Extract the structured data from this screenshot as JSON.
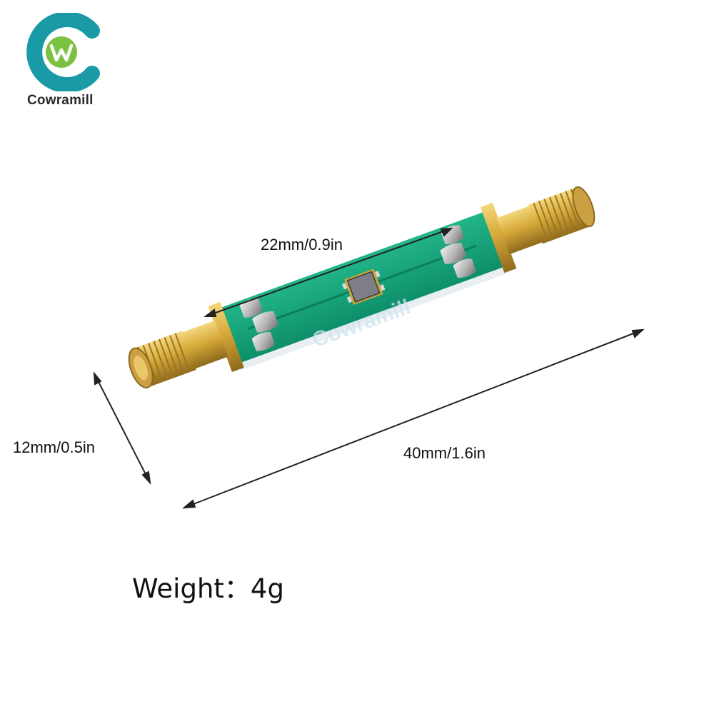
{
  "brand": {
    "name": "Cowramill",
    "logo_letters": "W",
    "watermark": "Cowramill",
    "colors": {
      "ring": "#1a9aa6",
      "inner": "#7cc242"
    }
  },
  "dimensions": {
    "top_width": "22mm/0.9in",
    "side_height": "12mm/0.5in",
    "total_length": "40mm/1.6in"
  },
  "weight": "Weight：4g",
  "colors": {
    "pcb": "#12a47c",
    "gold": "#d6a93a",
    "chip": "#7e7e86"
  }
}
